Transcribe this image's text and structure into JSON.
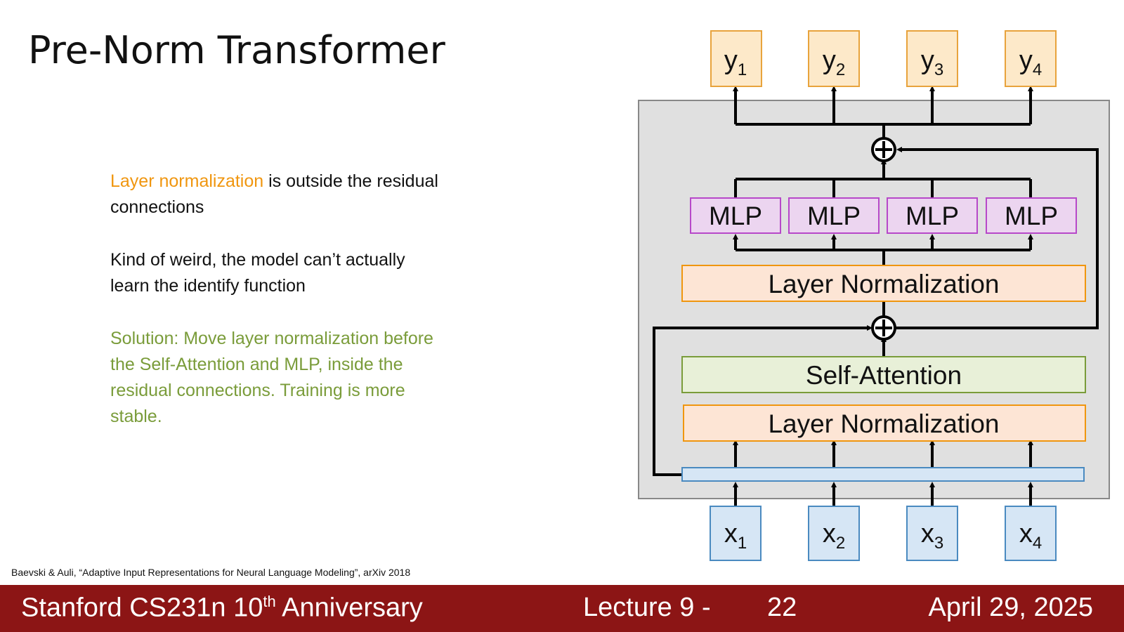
{
  "slide": {
    "title": "Pre-Norm Transformer",
    "bullets": [
      {
        "highlight": "Layer normalization",
        "rest": " is outside the residual connections"
      },
      {
        "text": "Kind of weird, the model can’t actually learn the identify function"
      },
      {
        "text": "Solution: Move layer normalization before the Self-Attention and MLP, inside the residual connections. Training is more stable."
      }
    ],
    "citation": "Baevski & Auli, “Adaptive Input Representations for Neural Language Modeling”, arXiv 2018"
  },
  "footer": {
    "course_prefix": "Stanford CS231n 10",
    "course_sup": "th",
    "course_suffix": " Anniversary",
    "lecture": "Lecture 9 -",
    "page": "22",
    "date": "April 29, 2025"
  },
  "diagram": {
    "outputs": [
      {
        "base": "y",
        "sub": "1"
      },
      {
        "base": "y",
        "sub": "2"
      },
      {
        "base": "y",
        "sub": "3"
      },
      {
        "base": "y",
        "sub": "4"
      }
    ],
    "inputs": [
      {
        "base": "x",
        "sub": "1"
      },
      {
        "base": "x",
        "sub": "2"
      },
      {
        "base": "x",
        "sub": "3"
      },
      {
        "base": "x",
        "sub": "4"
      }
    ],
    "mlp_label": "MLP",
    "layer_norm_top": "Layer Normalization",
    "layer_norm_bottom": "Layer Normalization",
    "self_attention": "Self-Attention",
    "plus_symbol": "+",
    "colors": {
      "output_fill": "#fde9c9",
      "output_stroke": "#e8a33c",
      "input_fill": "#d6e6f5",
      "input_stroke": "#4a8ac0",
      "mlp_fill": "#ecd5f0",
      "mlp_stroke": "#b748c9",
      "norm_fill": "#fde5d5",
      "norm_stroke": "#f0960f",
      "attn_fill": "#e8f0d8",
      "attn_stroke": "#7a9c3a",
      "block_fill": "#e0e0e0",
      "block_stroke": "#888888",
      "footer_bg": "#8c1515"
    }
  }
}
